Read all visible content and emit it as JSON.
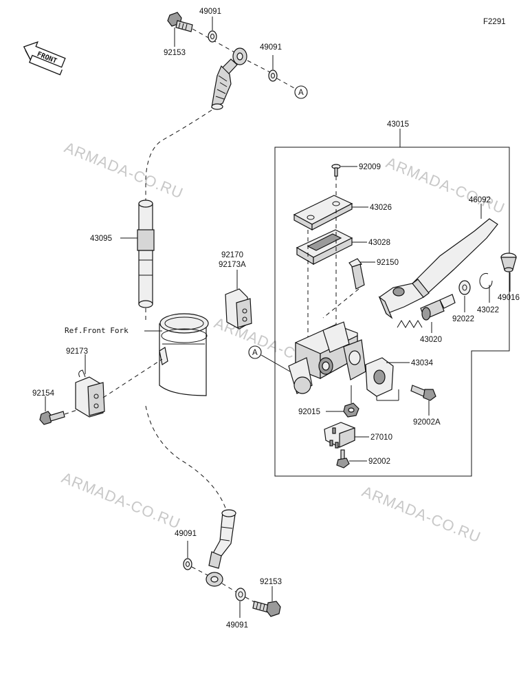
{
  "figure_code": "F2291",
  "front_label": "FRONT",
  "watermark": "ARMADA-CO.RU",
  "callout_a": "A",
  "reference": "Ref.Front Fork",
  "parts": {
    "bolt_top": "92153",
    "washer_top_1": "49091",
    "washer_top_2": "49091",
    "hose": "43095",
    "clamp_upper_1": "92170",
    "clamp_upper_2": "92173A",
    "clamp_lower": "92173",
    "bolt_clamp": "92154",
    "master_cylinder_assy": "43015",
    "screw_cap": "92009",
    "cap": "43026",
    "diaphragm": "43028",
    "lever": "46092",
    "pivot_bolt": "92150",
    "boot": "49016",
    "circlip": "43022",
    "washer_piston": "92022",
    "piston_kit": "43020",
    "holder": "43034",
    "bolt_holder": "92002A",
    "nut": "92015",
    "switch": "27010",
    "screw_switch": "92002",
    "washer_bottom_1": "49091",
    "washer_bottom_2": "49091",
    "bolt_bottom": "92153"
  }
}
